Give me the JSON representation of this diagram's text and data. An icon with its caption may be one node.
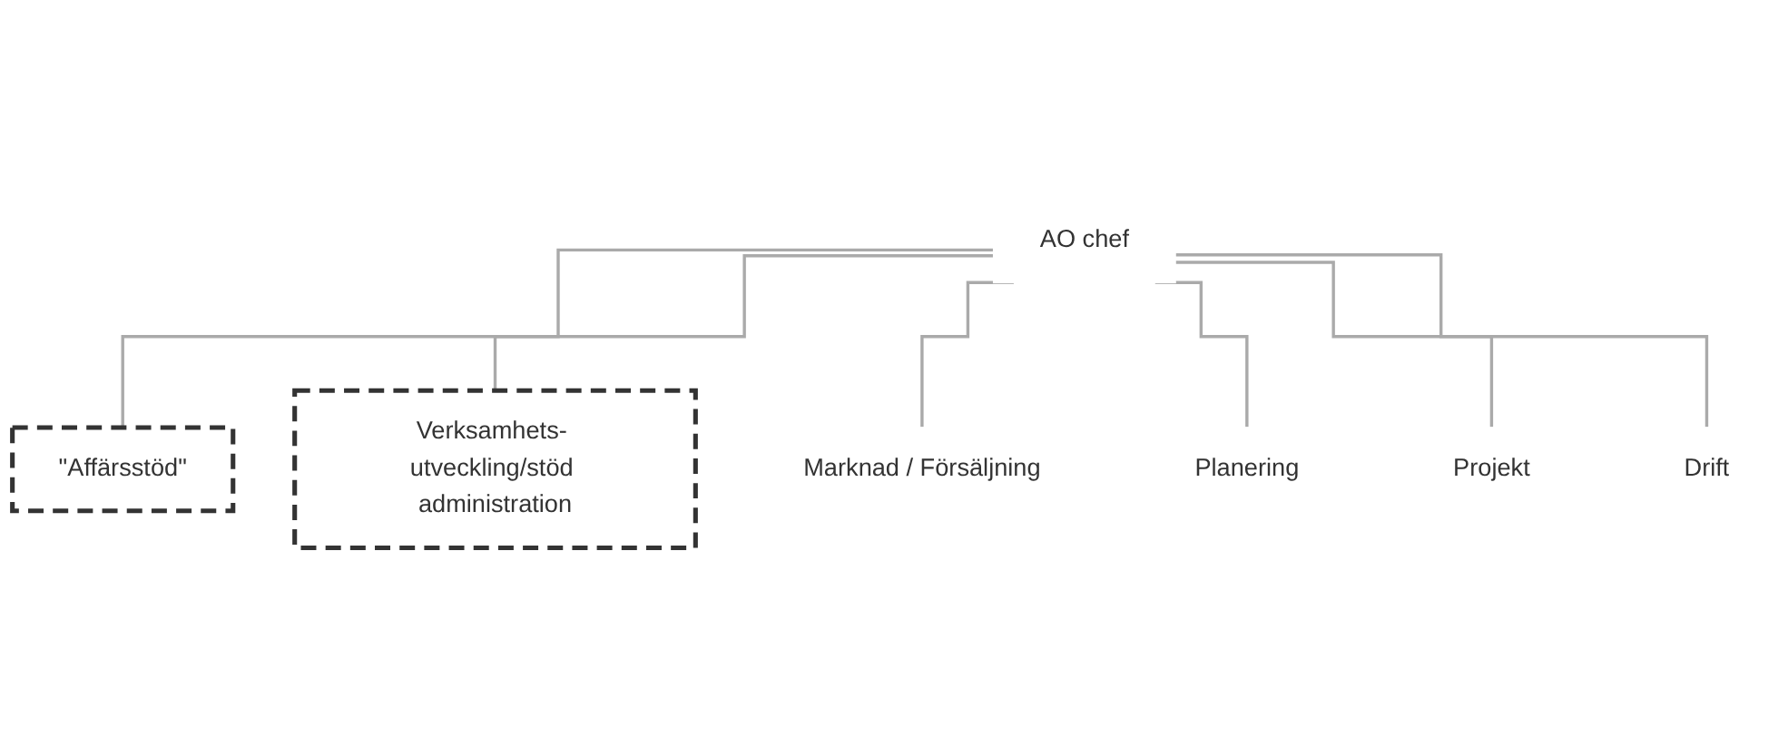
{
  "diagram": {
    "nodes": [
      {
        "text": [
          "AO chef"
        ]
      },
      {
        "text": [
          "\"Affärsstöd\""
        ]
      },
      {
        "text": [
          "Verksamhets- utveckling/stöd administration"
        ]
      },
      {
        "text": [
          "Marknad / Försäljning"
        ]
      },
      {
        "text": [
          "Planering"
        ]
      },
      {
        "text": [
          "Projekt"
        ]
      },
      {
        "text": [
          "Drift"
        ]
      }
    ],
    "edges": [
      {
        "from": 0,
        "to": 1,
        "arrow": "none"
      },
      {
        "from": 0,
        "to": 2,
        "arrow": "none"
      },
      {
        "from": 0,
        "to": 3,
        "arrow": "none"
      },
      {
        "from": 0,
        "to": 4,
        "arrow": "none"
      },
      {
        "from": 0,
        "to": 5,
        "arrow": "none"
      },
      {
        "from": 0,
        "to": 6,
        "arrow": "none"
      }
    ]
  }
}
